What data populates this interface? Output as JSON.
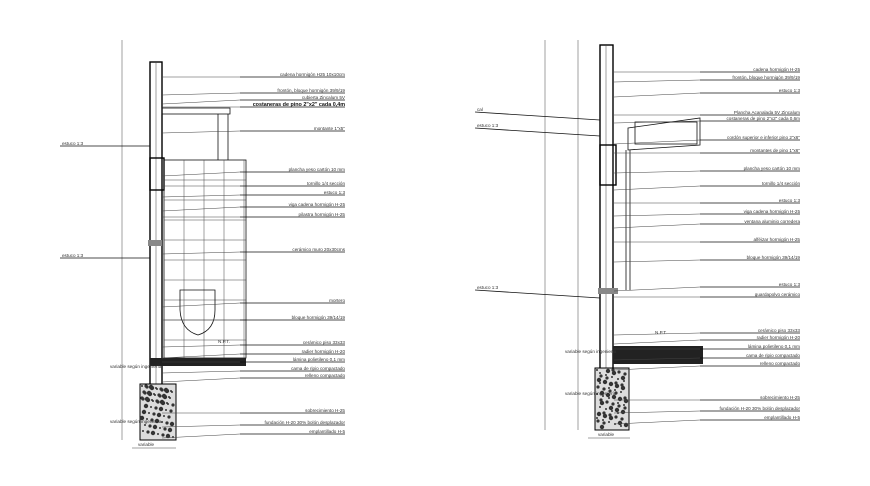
{
  "left_section": {
    "right_labels": [
      "cadena hormigón H25 10x10cm",
      "frontón, bloque hormigón 39/9/19",
      "cubierta Zincalum 5V",
      "costaneras de pino 2\"x2\" cada 0,4m",
      "montante 1\"x5\"",
      "plancha yeso cartón 10 mm",
      "tornillo 1/4 sección",
      "estuco 1:3",
      "viga cadena hormigón H-25",
      "pilastra hormigón H-25",
      "cerámico muro 20x30cms",
      "mortero",
      "bloque hormigón 39/14/19",
      "cerámico piso 33x33",
      "radier hormigón H-20",
      "lámina polietileno 0,1 mm",
      "cama de ripio compactado",
      "relleno compactado",
      "sobrecimiento H-25",
      "fundación H-20 30% bolón desplazador",
      "emplantillado H-5"
    ],
    "left_labels": [
      "estuco 1:3",
      "estuco 1:3"
    ],
    "npt": "N.P.T.",
    "dimension_labels": [
      "variable según ingeniería",
      "variable según ingeniería",
      "variable"
    ]
  },
  "right_section": {
    "right_labels": [
      "cadena hormigón H-25",
      "frontón, bloque hormigón 39/9/19",
      "estuco 1:3",
      "Plancha Acanalada 5V Zincalum",
      "costaneras de pino 2\"x2\" cada 0,6m",
      "cordón superior e inferior pino 2\"x6\"",
      "montantes de pino 1\"x6\"",
      "plancha yeso cartón 10 mm",
      "tornillo 1/4 sección",
      "estuco 1:3",
      "viga cadena hormigón H-25",
      "ventana aluminio corredera",
      "alféizar hormigón H-25",
      "bloque hormigón 39/14/19",
      "estuco 1:3",
      "guardapolvo cerámico",
      "cerámico piso 33x33",
      "radier hormigón H-20",
      "lámina polietileno 0,1 mm",
      "cama de ripio compactado",
      "relleno compactado",
      "sobrecimiento H-25",
      "fundación H-20 30% bolón desplazador",
      "emplantillado H-5"
    ],
    "left_labels": [
      "cal",
      "estuco 1:3",
      "estuco 1:3"
    ],
    "npt": "N.P.T.",
    "dimension_labels": [
      "variable según ingeniería",
      "variable según ingeniería",
      "variable"
    ]
  }
}
